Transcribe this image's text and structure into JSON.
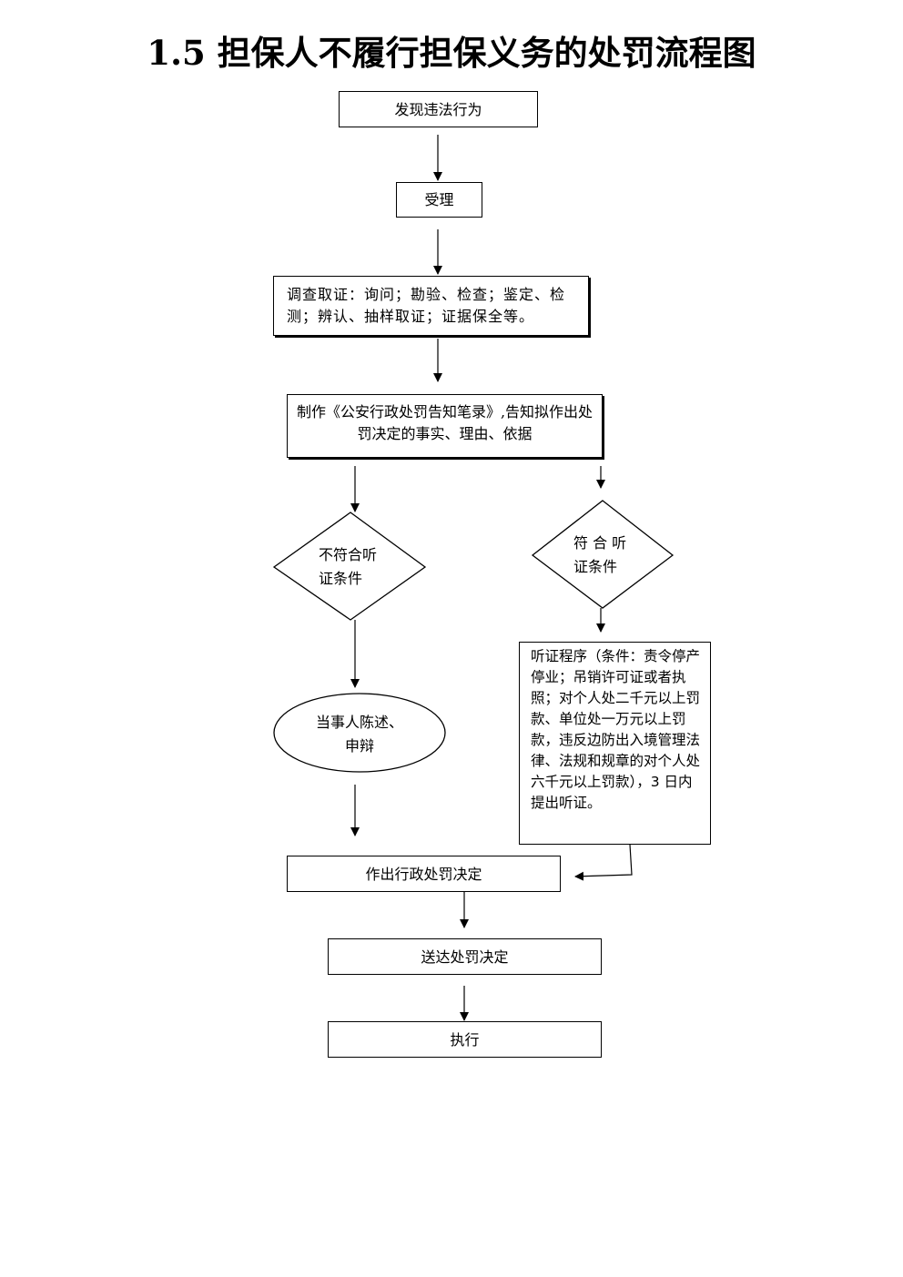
{
  "title": "1.5 担保人不履行担保义务的处罚流程图",
  "nodes": {
    "discover": "发现违法行为",
    "accept": "受理",
    "investigate": "调查取证：询问；勘验、检查；鉴定、检测；辨认、抽样取证；证据保全等。",
    "notify": "制作《公安行政处罚告知笔录》,告知拟作出处罚决定的事实、理由、依据",
    "not_meet": {
      "line1": "不符合听",
      "line2": "证条件"
    },
    "meet": {
      "line1": "符 合 听",
      "line2": "证条件"
    },
    "statement": {
      "line1": "当事人陈述、",
      "line2": "申辩"
    },
    "hearing": "听证程序（条件：责令停产停业；吊销许可证或者执照；对个人处二千元以上罚款、单位处一万元以上罚款，违反边防出入境管理法律、法规和规章的对个人处六千元以上罚款），3 日内提出听证。",
    "decision": "作出行政处罚决定",
    "deliver": "送达处罚决定",
    "execute": "执行"
  }
}
